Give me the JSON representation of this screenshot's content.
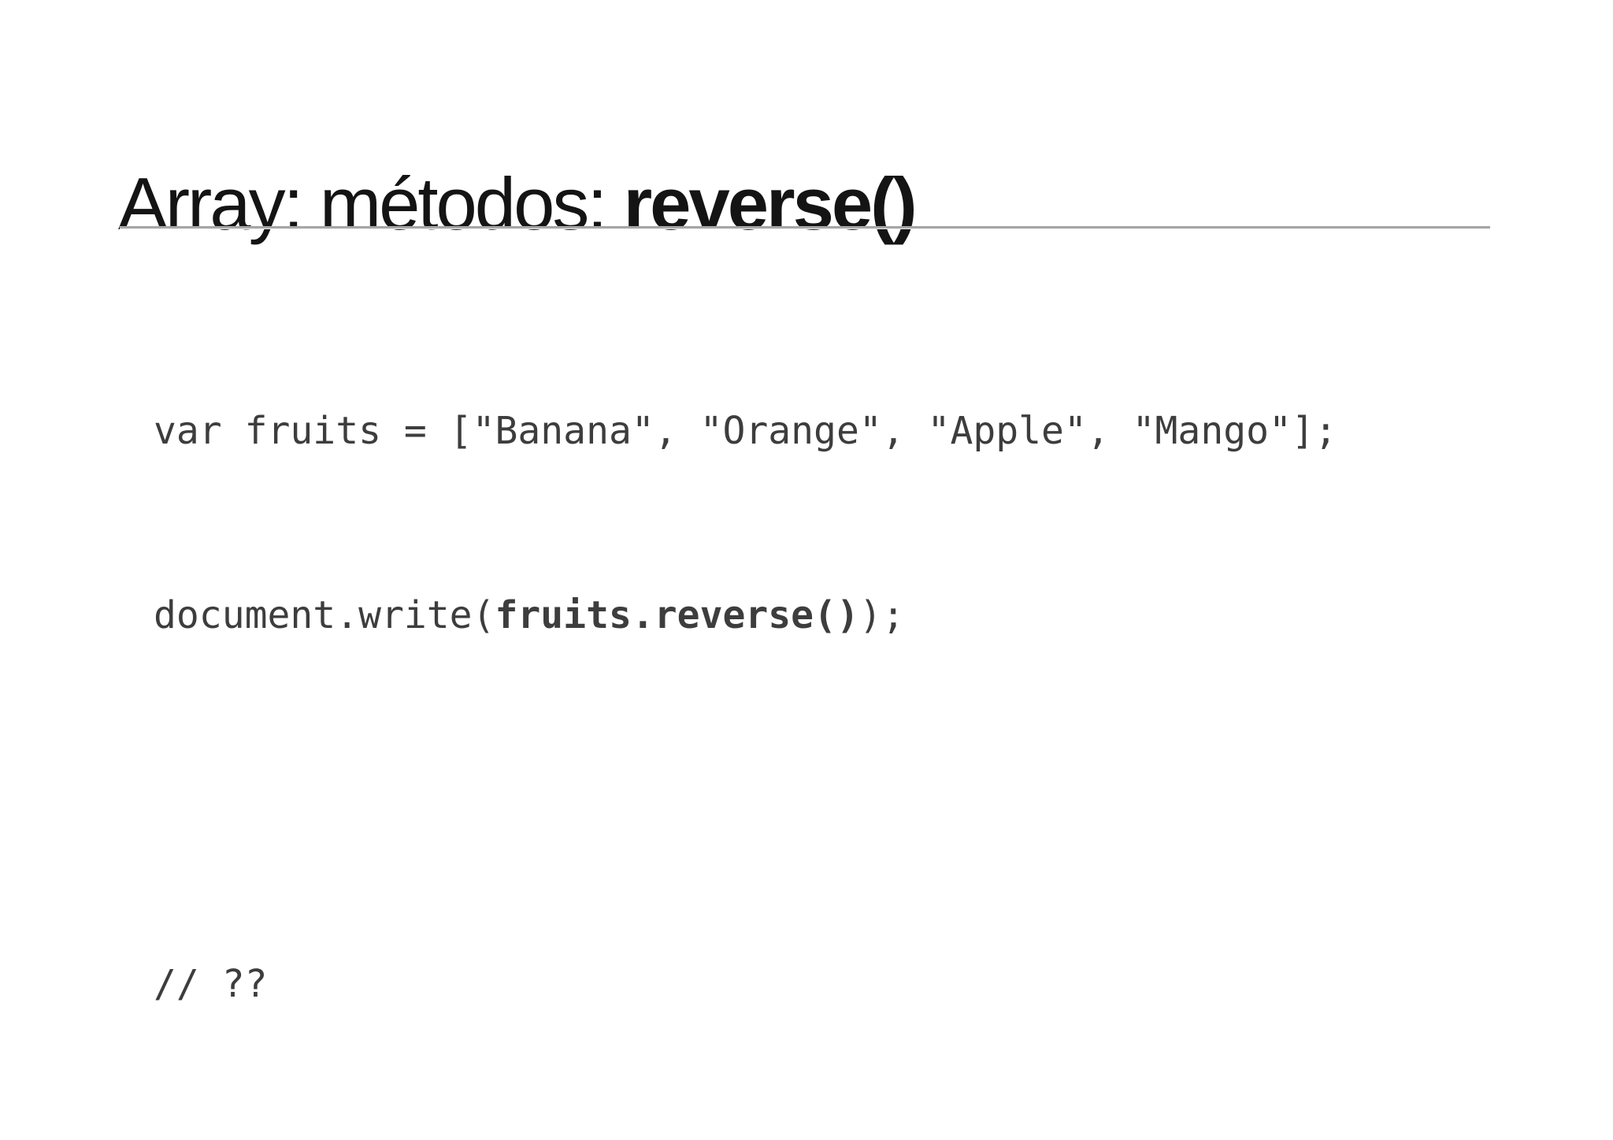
{
  "slide": {
    "title": {
      "prefix": "Array: métodos: ",
      "method": "reverse()"
    },
    "code": {
      "line1": "var fruits = [\"Banana\", \"Orange\", \"Apple\", \"Mango\"];",
      "line2_prefix": "document.write(",
      "line2_bold": "fruits.reverse()",
      "line2_suffix": ");",
      "comment": "// ??"
    },
    "colors": {
      "background": "#ffffff",
      "title_text": "#141414",
      "code_text": "#3d3d3d",
      "rule": "#a6a6a6"
    }
  }
}
